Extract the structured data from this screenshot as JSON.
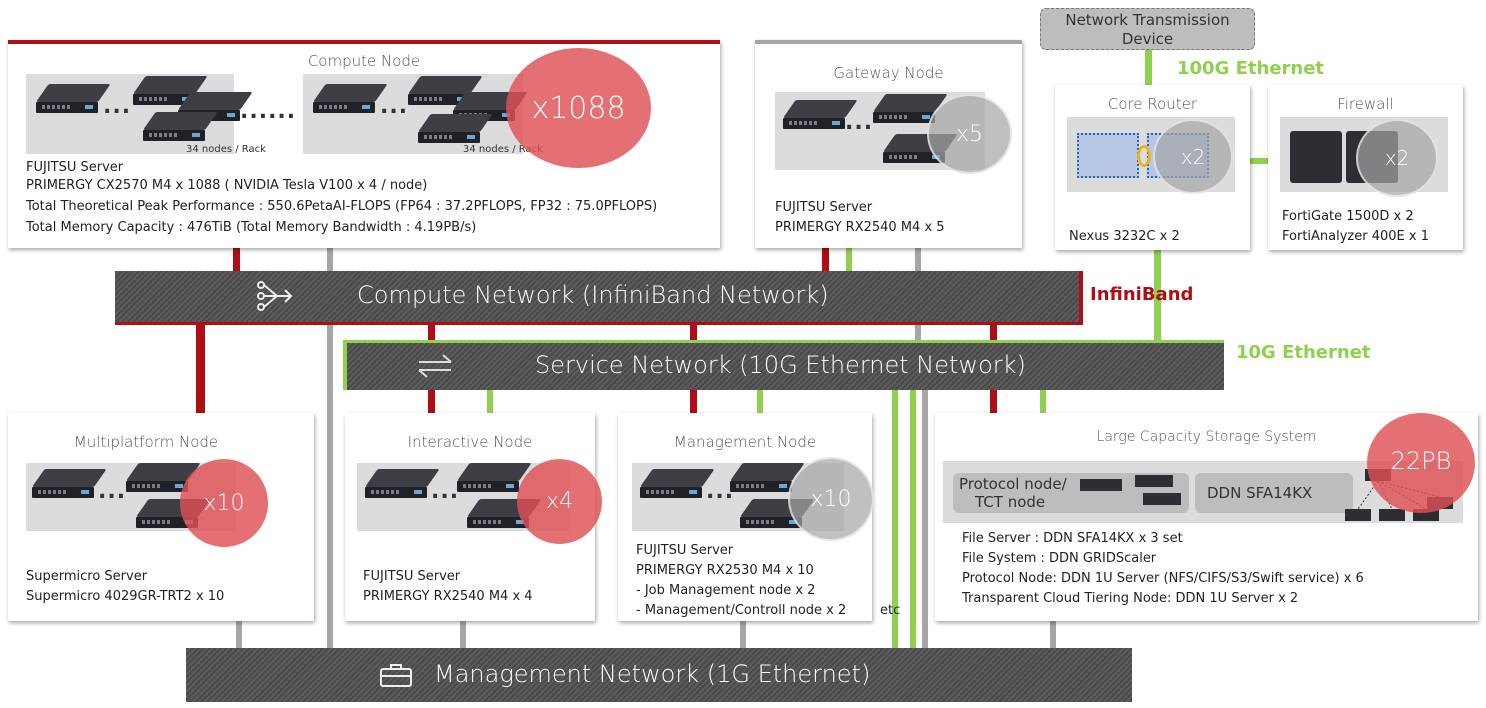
{
  "compute_node": {
    "title": "Compute Node",
    "rack_label_1": "34 nodes / Rack",
    "rack_label_2": "34 nodes / Rack",
    "count": "x1088",
    "lines": [
      "FUJITSU Server",
      "PRIMERGY CX2570 M4 x 1088 ( NVIDIA Tesla V100 x 4 / node)",
      "Total Theoretical Peak Performance : 550.6PetaAI-FLOPS (FP64 : 37.2PFLOPS, FP32 : 75.0PFLOPS)",
      "Total Memory Capacity : 476TiB (Total Memory Bandwidth : 4.19PB/s)"
    ]
  },
  "gateway_node": {
    "title": "Gateway Node",
    "count": "x5",
    "lines": [
      "FUJITSU Server",
      "PRIMERGY RX2540 M4 x 5"
    ]
  },
  "network_device": {
    "label_1": "Network Transmission",
    "label_2": "Device"
  },
  "ethernet_100g": "100G Ethernet",
  "core_router": {
    "title": "Core Router",
    "count": "x2",
    "lines": [
      "Nexus 3232C x 2"
    ]
  },
  "firewall": {
    "title": "Firewall",
    "count": "x2",
    "lines": [
      "FortiGate 1500D x 2",
      "FortiAnalyzer 400E x 1"
    ]
  },
  "compute_network": {
    "label": "Compute Network (InfiniBand Network)",
    "icon": "network-hub-icon"
  },
  "infiniband_label": "InfiniBand",
  "service_network": {
    "label": "Service Network (10G Ethernet Network)",
    "icon": "bidirectional-arrows-icon"
  },
  "ethernet_10g": "10G Ethernet",
  "multiplatform_node": {
    "title": "Multiplatform Node",
    "count": "x10",
    "lines": [
      "Supermicro Server",
      "Supermicro  4029GR-TRT2 x 10"
    ]
  },
  "interactive_node": {
    "title": "Interactive Node",
    "count": "x4",
    "lines": [
      "FUJITSU Server",
      "PRIMERGY RX2540 M4 x 4"
    ]
  },
  "management_node": {
    "title": "Management Node",
    "count": "x10",
    "lines": [
      "FUJITSU Server",
      "PRIMERGY RX2530 M4 x 10",
      "- Job Management node x 2",
      "- Management/Controll node x 2"
    ],
    "etc": "etc"
  },
  "storage": {
    "title": "Large Capacity Storage System",
    "count": "22PB",
    "protocol_1": "Protocol node/",
    "protocol_2": "TCT node",
    "ddn": "DDN SFA14KX",
    "lines": [
      "File Server : DDN SFA14KX x 3 set",
      "File System : DDN GRIDScaler",
      "Protocol Node: DDN 1U Server (NFS/CIFS/S3/Swift service) x 6",
      "Transparent Cloud Tiering Node: DDN 1U Server x 2"
    ]
  },
  "management_network": {
    "label": "Management Network (1G Ethernet)",
    "icon": "briefcase-icon"
  },
  "dots": "......",
  "ellipsis": "..."
}
